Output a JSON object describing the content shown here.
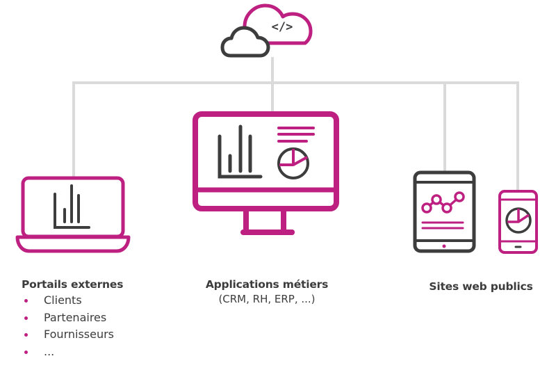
{
  "colors": {
    "accent": "#bd2080",
    "dark": "#3d3d3d",
    "connector": "#dadada",
    "text": "#3c3c3c"
  },
  "cloud": {
    "icon": "cloud-code-icon",
    "glyph": "</>"
  },
  "nodes": [
    {
      "id": "portails",
      "icon": "laptop-chart-icon",
      "title": "Portails externes",
      "items": [
        "Clients",
        "Partenaires",
        "Fournisseurs",
        "..."
      ]
    },
    {
      "id": "applications",
      "icon": "monitor-dashboard-icon",
      "title": "Applications métiers",
      "subtitle": "(CRM, RH, ERP, ...)"
    },
    {
      "id": "sites",
      "icon": "tablet-phone-icon",
      "title": "Sites web publics"
    }
  ]
}
